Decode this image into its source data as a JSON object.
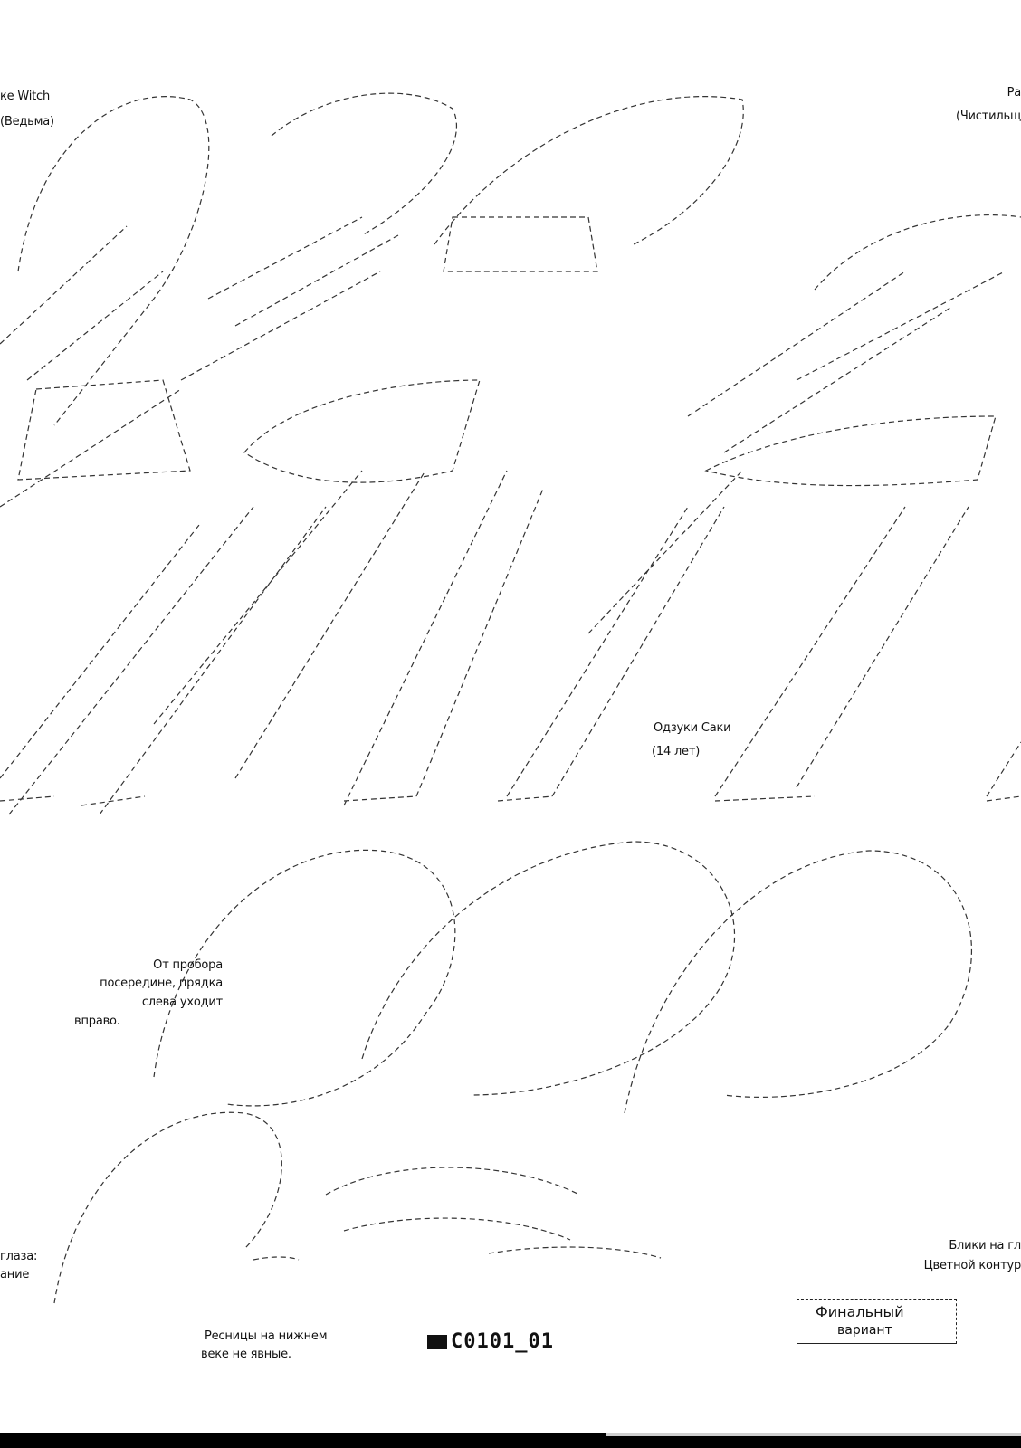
{
  "labels": {
    "top_left_line1": "ке Witch",
    "top_left_line2": "(Ведьма)",
    "top_right_line1": "Ра",
    "top_right_line2": "(Чистильщ",
    "mid_line1": "Одзуки Саки",
    "mid_line2": "(14 лет)",
    "note_line1": "От проборa",
    "note_line2": "посередине, прядка",
    "note_line3": "слева уходит",
    "note_line4": "вправо.",
    "left_edge_line1": "глаза:",
    "left_edge_line2": "ание",
    "lashes_line1": "Ресницы на нижнем",
    "lashes_line2": "веке не явные.",
    "right_note_line1": "Блики на гл",
    "right_note_line2": "Цветной контур",
    "sheet_code": "C0101_01",
    "final_line1": "Финальный",
    "final_line2": "вариант"
  },
  "colors": {
    "line": "#333333",
    "paper": "#ffffff",
    "bar": "#000000"
  }
}
